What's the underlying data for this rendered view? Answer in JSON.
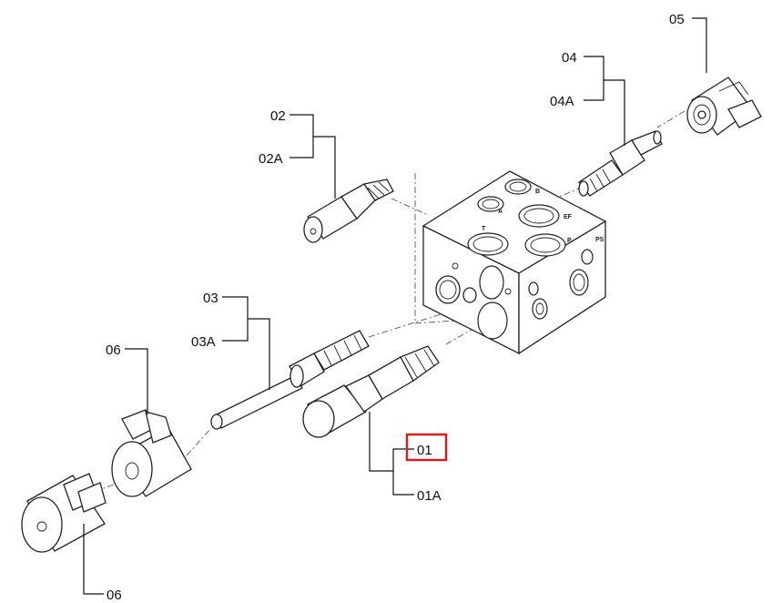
{
  "labels": {
    "c01": "01",
    "c01a": "01A",
    "c02": "02",
    "c02a": "02A",
    "c03": "03",
    "c03a": "03A",
    "c04": "04",
    "c04a": "04A",
    "c05": "05",
    "c06_upper": "06",
    "c06_lower": "06"
  },
  "port_labels": {
    "b": "B",
    "a": "A",
    "ef": "EF",
    "t": "T",
    "p": "P",
    "ps": "PS"
  },
  "highlight": {
    "target": "01",
    "color": "#d0201f"
  }
}
